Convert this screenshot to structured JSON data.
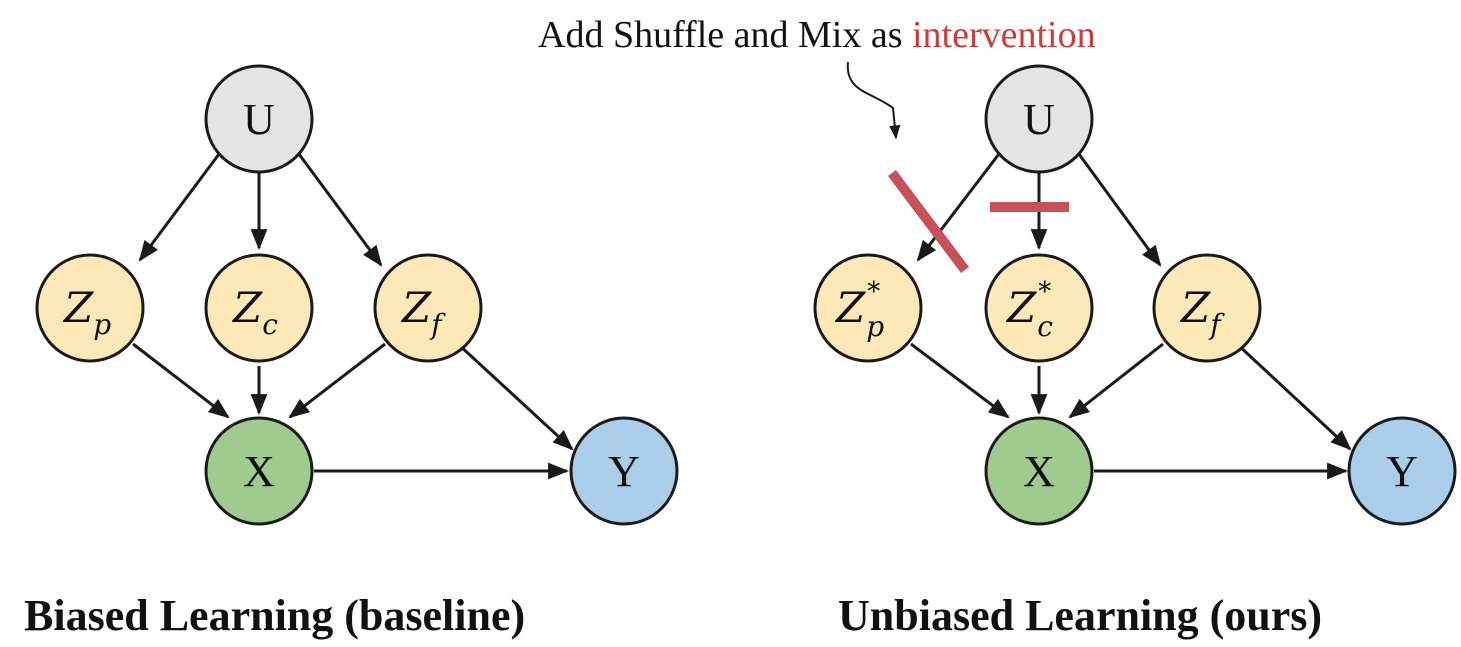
{
  "annotation": {
    "prefix": "Add Shuffle and Mix as ",
    "accent": "intervention",
    "accent_color": "#d23a3a"
  },
  "colors": {
    "u_fill": "#e3e4e6",
    "z_fill": "#fde9b8",
    "x_fill": "#9fcb8f",
    "y_fill": "#aacde9",
    "stroke": "#1a1a1a",
    "intervention_bar": "#c8505a"
  },
  "left_graph": {
    "caption": "Biased Learning (baseline)",
    "nodes": {
      "u": "U",
      "zp": {
        "base": "Z",
        "sub": "p",
        "sup": ""
      },
      "zc": {
        "base": "Z",
        "sub": "c",
        "sup": ""
      },
      "zf": {
        "base": "Z",
        "sub": "f",
        "sup": ""
      },
      "x": "X",
      "y": "Y"
    }
  },
  "right_graph": {
    "caption": "Unbiased Learning (ours)",
    "nodes": {
      "u": "U",
      "zp": {
        "base": "Z",
        "sub": "p",
        "sup": "*"
      },
      "zc": {
        "base": "Z",
        "sub": "c",
        "sup": "*"
      },
      "zf": {
        "base": "Z",
        "sub": "f",
        "sup": ""
      },
      "x": "X",
      "y": "Y"
    }
  }
}
